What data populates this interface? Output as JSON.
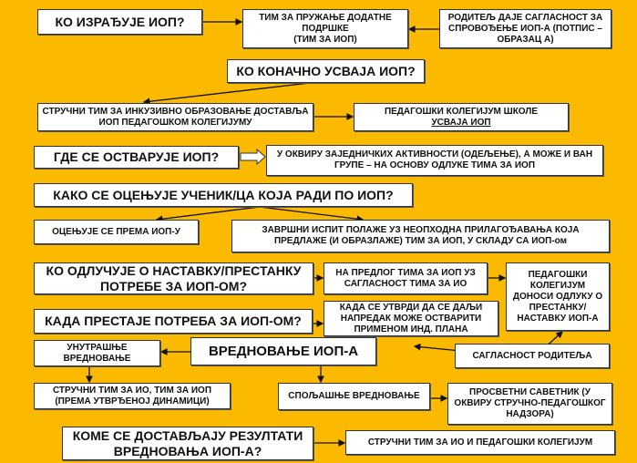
{
  "questions": {
    "who_creates": "КО ИЗРАЂУЈЕ ИОП?",
    "who_adopts": "КО КОНАЧНО УСВАЈА  ИОП?",
    "where": "ГДЕ СЕ ОСТВАРУЈЕ  ИОП?",
    "how_graded": "КАКО СЕ ОЦЕЊУЈЕ УЧЕНИК/ЦА КОЈА РАДИ ПО  ИОП?",
    "who_decides": "КО ОДЛУЧУЈЕ О НАСТАВКУ/ПРЕСТАНКУ ПОТРЕБЕ ЗА ИОП-ОМ?",
    "when_ends": "КАДА ПРЕСТАЈЕ ПОТРЕБА ЗА ИОП-ОМ?",
    "evaluation": "ВРЕДНОВАЊЕ ИОП-А",
    "results_to": "КОМЕ СЕ ДОСТАВЉАЈУ РЕЗУЛТАТИ ВРЕДНОВАЊА ИОП-А?"
  },
  "answers": {
    "team_line1": "ТИМ ЗА ПРУЖАЊЕ ДОДАТНЕ ПОДРШКЕ",
    "team_line2": "(ТИМ ЗА ИОП)",
    "parent": "РОДИТЕЉ ДАЈЕ САГЛАСНОСТ ЗА СПРОВОЂЕЊЕ ИОП-А (ПОТПИС – ОБРАЗАЦ А)",
    "expert_team": "СТРУЧНИ ТИМ ЗА ИНКУЗИВНО ОБРАЗОВАЊЕ ДОСТАВЉА ИОП ПЕДАГОШКОМ КОЛЕГИЈУМУ",
    "collegium_line1": "ПЕДАГОШКИ  КОЛЕГИЈУМ ШКОЛЕ",
    "collegium_line2": "УСВАЈА ИОП",
    "where_answer": "У ОКВИРУ ЗАЈЕДНИЧКИХ АКТИВНОСТИ (ОДЕЉЕЊЕ), А МОЖЕ И ВАН ГРУПЕ – НА ОСНОВУ ОДЛУКЕ ТИМА ЗА ИОП",
    "graded_by": "ОЦЕЊУЈЕ СЕ ПРЕМА ИОП-У",
    "final_exam": "ЗАВРШНИ ИСПИТ ПОЛАЖЕ УЗ НЕОПХОДНА ПРИЛАГОЂАВАЊА КОЈА ПРЕДЛАЖЕ (И ОБРАЗЛАЖЕ) ТИМ ЗА ИОП, У СКЛАДУ СА ИОП-ом",
    "proposal": "НА ПРЕДЛОГ ТИМА ЗА ИОП УЗ САГЛАСНОСТ ТИМА ЗА ИО",
    "collegium_decides": "ПЕДАГОШКИ КОЛЕГИЈУМ ДОНОСИ ОДЛУКУ О ПРЕСТАНКУ/ НАСТАВКУ ИОП-А",
    "when_progress": "КАДА СЕ УТВРДИ ДА СЕ ДАЉИ НАПРЕДАК МОЖЕ ОСТВАРИТИ ПРИМЕНОМ ИНД. ПЛАНА",
    "internal": "УНУТРАШЊЕ ВРЕДНОВАЊЕ",
    "parent_consent": "САГЛАСНОСТ РОДИТЕЉА",
    "internal_who": "СТРУЧНИ ТИМ ЗА ИО, ТИМ ЗА ИОП (ПРЕМА УТВРЂЕНОЈ ДИНАМИЦИ)",
    "external": "СПОЉАШЊЕ ВРЕДНОВАЊЕ",
    "advisor": "ПРОСВЕТНИ САВЕТНИК (У ОКВИРУ СТРУЧНО-ПЕДАГОШКОГ НАДЗОРА)",
    "results_recipients": "СТРУЧНИ ТИМ ЗА ИО И ПЕДАГОШКИ КОЛЕГИЈУМ"
  }
}
